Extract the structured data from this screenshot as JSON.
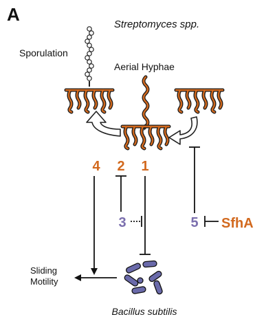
{
  "panel": {
    "letter": "A"
  },
  "organisms": {
    "top": "Streptomyces spp.",
    "bottom": "Bacillus subtilis"
  },
  "labels": {
    "sporulation": "Sporulation",
    "aerial_hyphae": "Aerial Hyphae",
    "sliding_line1": "Sliding",
    "sliding_line2": "Motility",
    "sfha": "SfhA"
  },
  "numbers": {
    "n1": "1",
    "n2": "2",
    "n3": "3",
    "n4": "4",
    "n5": "5"
  },
  "colors": {
    "orange": "#D2691E",
    "purple": "#7B6FAE",
    "outline": "#1a1a1a",
    "bacteria": "#6A6AAA"
  }
}
